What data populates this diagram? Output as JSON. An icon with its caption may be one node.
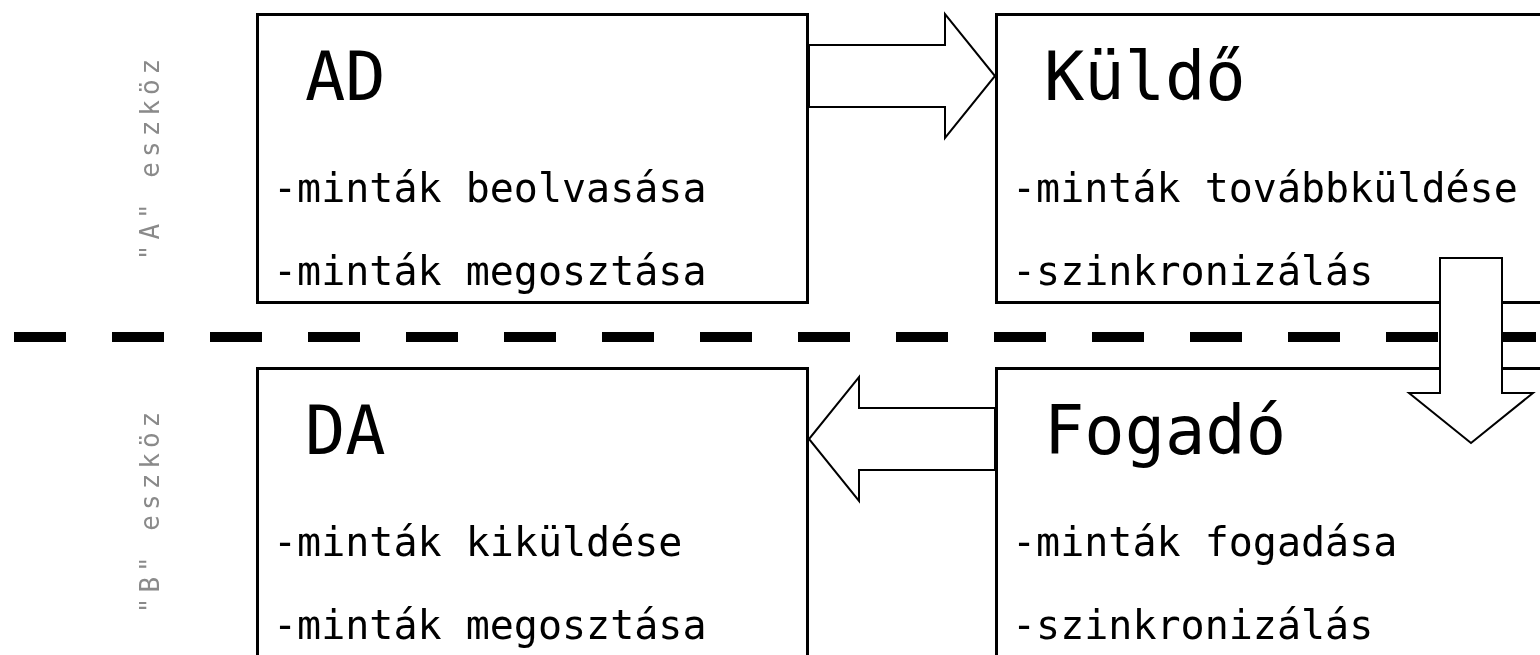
{
  "diagram": {
    "nodes": [
      {
        "text": [
          "AD",
          "-minták beolvasása",
          "-minták megosztása"
        ]
      },
      {
        "text": [
          "Küldő",
          "-minták továbbküldése",
          "-szinkronizálás"
        ]
      },
      {
        "text": [
          "DA",
          "-minták kiküldése",
          "-minták megosztása"
        ]
      },
      {
        "text": [
          "Fogadó",
          "-minták fogadása",
          "-szinkronizálás"
        ]
      }
    ],
    "edges": [
      {
        "from": 0,
        "to": 1,
        "arrow": "to"
      },
      {
        "from": 1,
        "to": 3,
        "arrow": "to"
      },
      {
        "from": 3,
        "to": 2,
        "arrow": "to"
      }
    ],
    "labels": [
      "\"A\" eszköz",
      "\"B\" eszköz"
    ]
  }
}
